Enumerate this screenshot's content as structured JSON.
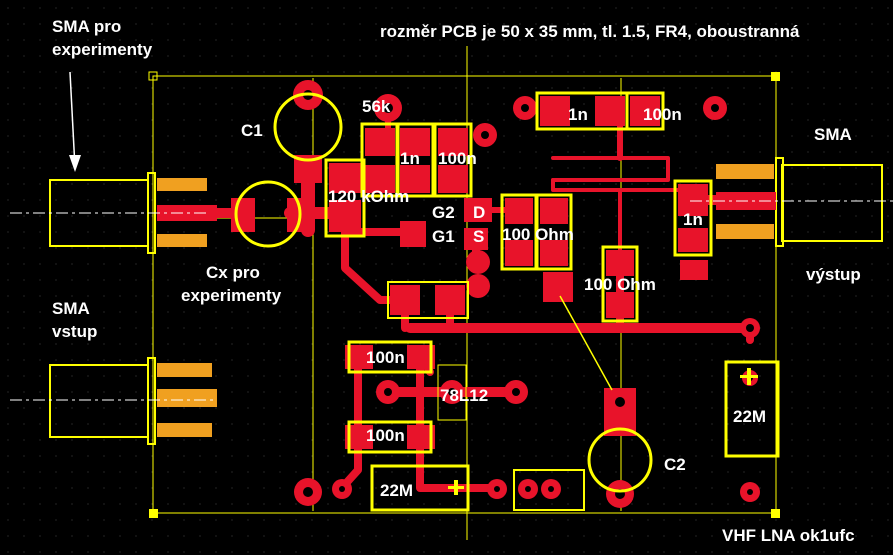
{
  "header": {
    "note": "rozměr PCB je 50 x 35 mm, tl. 1.5, FR4, oboustranná"
  },
  "labels": {
    "sma_exp_line1": "SMA pro",
    "sma_exp_line2": "experimenty",
    "sma_in_line1": "SMA",
    "sma_in_line2": "vstup",
    "sma_out_line1": "SMA",
    "sma_out_line2": "výstup",
    "cx_line1": "Cx pro",
    "cx_line2": "experimenty",
    "footer": "VHF LNA ok1ufc"
  },
  "components": {
    "c1": "C1",
    "c2": "C2",
    "r56k": "56k",
    "c1n_top": "1n",
    "c100n_top": "100n",
    "c1n_mid": "1n",
    "c100n_mid": "100n",
    "r120k": "120 kOhm",
    "g2": "G2",
    "d": "D",
    "g1": "G1",
    "s": "S",
    "r100_a": "100 Ohm",
    "r100_b": "100 Ohm",
    "c1n_out": "1n",
    "c100n_a": "100n",
    "c100n_b": "100n",
    "reg": "78L12",
    "l22m_right": "22M",
    "l22m_bottom": "22M"
  },
  "colors": {
    "background": "#000000",
    "copper": "#e8132a",
    "silkscreen": "#ffff00",
    "connector_pad": "#f0a020",
    "text": "#ffffff"
  }
}
